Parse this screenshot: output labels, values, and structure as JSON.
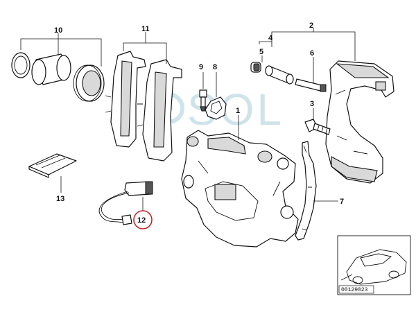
{
  "callouts": {
    "n1": "1",
    "n2": "2",
    "n3": "3",
    "n4": "4",
    "n5": "5",
    "n6": "6",
    "n7": "7",
    "n8": "8",
    "n9": "9",
    "n10": "10",
    "n11": "11",
    "n12": "12",
    "n13": "13"
  },
  "highlighted_callout": "12",
  "watermark": "SOL",
  "reference_code": "00129023",
  "colors": {
    "highlight_ring": "#cc2222",
    "watermark": "#cfe3ea",
    "line": "#111111"
  }
}
